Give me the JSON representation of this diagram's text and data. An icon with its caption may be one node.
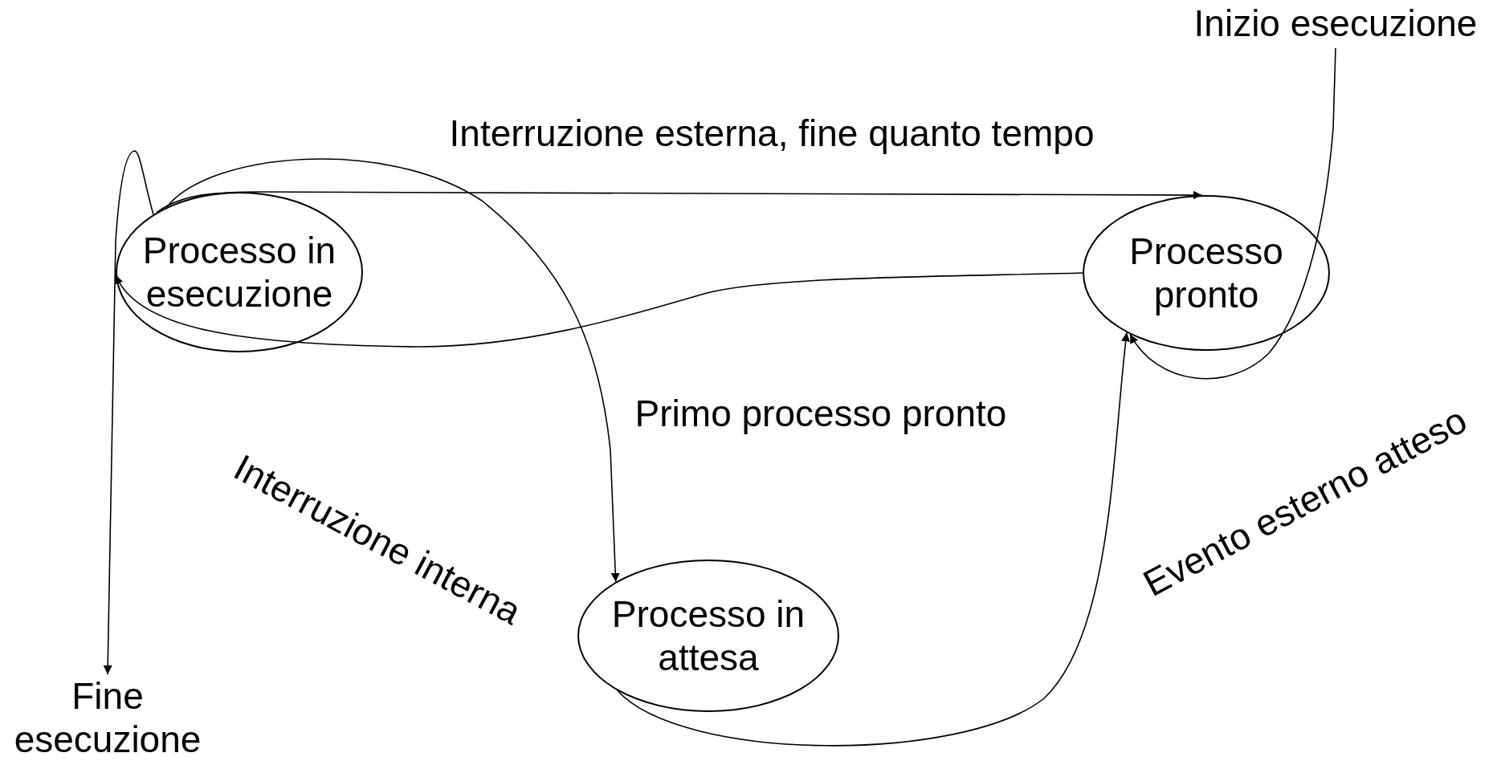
{
  "diagram": {
    "nodes": [
      {
        "text": [
          "Processo in esecuzione"
        ]
      },
      {
        "text": [
          "Processo pronto"
        ]
      },
      {
        "text": [
          "Processo in attesa"
        ]
      },
      {
        "text": [
          "Inizio esecuzione"
        ]
      },
      {
        "text": [
          "Fine esecuzione"
        ]
      }
    ],
    "edges": [
      {
        "from": 0,
        "to": 1,
        "arrow": "to",
        "label": "Interruzione esterna, fine quanto tempo"
      },
      {
        "from": 1,
        "to": 0,
        "arrow": "to",
        "label": "Primo processo pronto"
      },
      {
        "from": 0,
        "to": 2,
        "arrow": "to",
        "label": "Interruzione interna"
      },
      {
        "from": 2,
        "to": 1,
        "arrow": "to",
        "label": "Evento esterno atteso"
      },
      {
        "from": 3,
        "to": 1,
        "arrow": "to"
      },
      {
        "from": 0,
        "to": 4,
        "arrow": "to"
      }
    ]
  }
}
